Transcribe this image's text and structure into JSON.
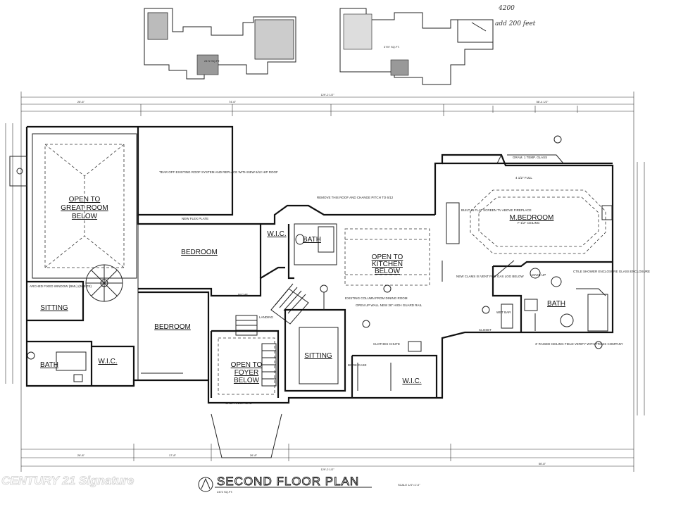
{
  "plan": {
    "title": "SECOND FLOOR PLAN",
    "scale": "SCALE 1/4\"=1'-0\"",
    "area_note": "2472 SQ.FT.",
    "watermark": "CENTURY 21 Signature",
    "overall_width": "129'-2 1/2\""
  },
  "thumbnails": {
    "left_area": "2472 SQ.FT.",
    "right_area": "3797 SQ.FT.",
    "handwritten_top": "4200",
    "handwritten_note": "add 200 feet"
  },
  "rooms": {
    "open_great_room": [
      "OPEN TO",
      "GREAT ROOM",
      "BELOW"
    ],
    "bedroom_1": "BEDROOM",
    "bedroom_2": "BEDROOM",
    "bath_top": "BATH",
    "wic_top": "W.I.C.",
    "open_kitchen": [
      "OPEN TO",
      "KITCHEN",
      "BELOW"
    ],
    "master_bedroom": "M.BEDROOM",
    "master_bath": "BATH",
    "sitting_left": "SITTING",
    "sitting_center": "SITTING",
    "bath_left": "BATH",
    "wic_left": "W.I.C.",
    "open_foyer": [
      "OPEN TO",
      "FOYER",
      "BELOW"
    ],
    "wic_center": "W.I.C."
  },
  "notes": {
    "tear_off": "TEAR OFF EXISTING ROOF SYSTEM AND REPLACE WITH NEW 6/12 HIP ROOF",
    "remove_roof": "REMOVE THIS ROOF AND CHANGE PITCH TO 6/12",
    "new_flex": "NEW FLEX PLATE",
    "existing_column": "EXISTING COLUMN FROM DINING ROOM",
    "open_wall": "OPEN UP WALL NEW 36\" HIGH GUARD RAIL",
    "vent": "NEW CLAMS IS VENT FOR GAS LOG BELOW",
    "fireplace": "BUILT IN FLAT SCREEN TV ABOVE FIREPLACE",
    "raised_ceiling": "3' RAISED CEILING FIELD VERIFY WITH TRUSS COMPANY",
    "shower": "CTILE SHOWER ENCLOSURE GLASS ENCLOSURE",
    "arched_window": "ARCHED FIXED WINDOW (BML) (IN SITE)",
    "landing": "LANDING",
    "stairs_foyer": "CRB. FINISH CRB",
    "niche": "NICHE",
    "clothes_chute": "CLOTHES CHUTE",
    "book_case": "BOOK CASE",
    "make_up": "MAKE UP",
    "wet_bar": "WET BAR",
    "closet": "CLOSET"
  },
  "dimensions": {
    "top_left": "26'-6\"",
    "top_mid": "74'-6\"",
    "top_right": "56'-4 1/2\"",
    "bottom_1": "26'-8\"",
    "bottom_2": "17'-8\"",
    "bottom_3": "26'-8\"",
    "bottom_4": "56'-8\"",
    "bottom_total": "129'-2 1/2\"",
    "mbed_ceiling": "F-1/2\" CEILING",
    "mbed_glass": "GRAM. 1 TEMP. GLASS",
    "wall_note": "4 1/2\" FULL"
  }
}
